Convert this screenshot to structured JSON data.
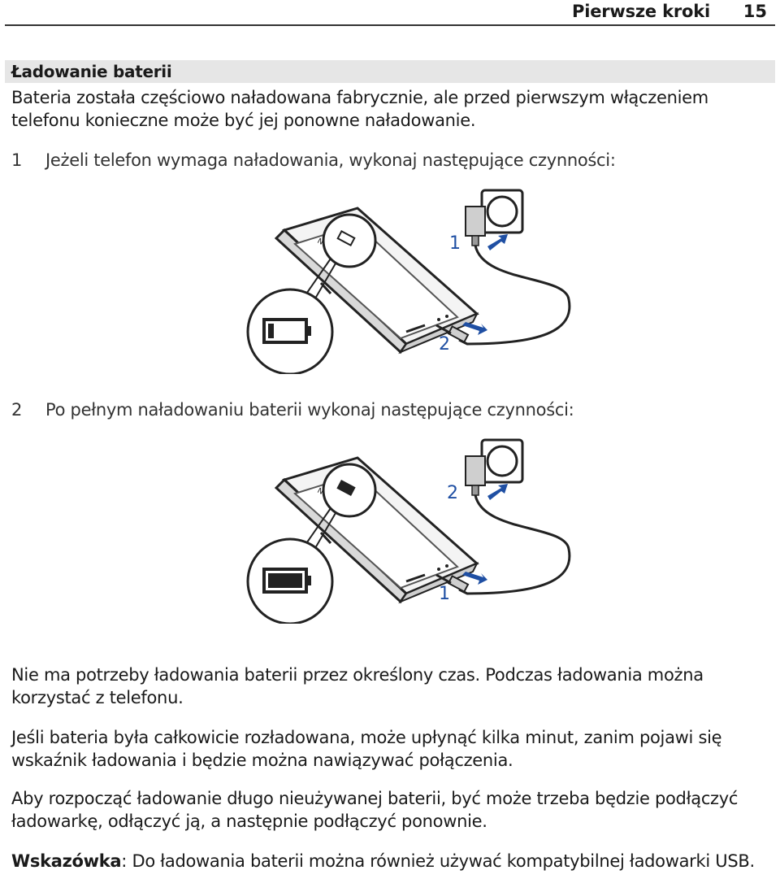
{
  "header": {
    "title": "Pierwsze kroki",
    "page_number": "15"
  },
  "section": {
    "title": "Ładowanie baterii"
  },
  "intro": "Bateria została częściowo naładowana fabrycznie, ale przed pierwszym włączeniem telefonu konieczne może być jej ponowne naładowanie.",
  "steps": [
    {
      "number": "1",
      "text": "Jeżeli telefon wymaga naładowania, wykonaj następujące czynności:"
    },
    {
      "number": "2",
      "text": "Po pełnym naładowaniu baterii wykonaj następujące czynności:"
    }
  ],
  "figure1": {
    "brand": "NOKIA",
    "callout_a": "1",
    "callout_b": "2",
    "battery_level": 0.1
  },
  "figure2": {
    "brand": "NOKIA",
    "callout_a": "2",
    "callout_b": "1",
    "battery_level": 1.0
  },
  "paragraphs": [
    "Nie ma potrzeby ładowania baterii przez określony czas. Podczas ładowania można korzystać z telefonu.",
    "Jeśli bateria była całkowicie rozładowana, może upłynąć kilka minut, zanim pojawi się wskaźnik ładowania i będzie można nawiązywać połączenia.",
    "Aby rozpocząć ładowanie długo nieużywanej baterii, być może trzeba będzie podłączyć ładowarkę, odłączyć ją, a następnie podłączyć ponownie."
  ],
  "tip": {
    "label": "Wskazówka",
    "text": ": Do ładowania baterii można również używać kompatybilnej ładowarki USB."
  },
  "colors": {
    "accent_blue": "#1f4fa3",
    "outline": "#222222",
    "header_band": "#e6e6e6"
  }
}
